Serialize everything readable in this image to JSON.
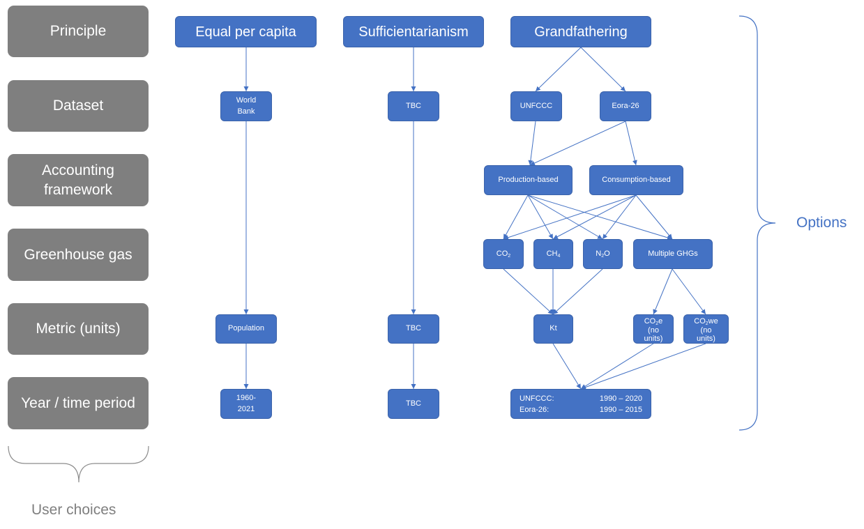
{
  "colors": {
    "grey_box": "#7f7f7f",
    "blue_box": "#4472c4",
    "options_text": "#4472c4",
    "user_choices_text": "#7f7f7f"
  },
  "rows": {
    "principle": "Principle",
    "dataset": "Dataset",
    "accounting": "Accounting\nframework",
    "ghg": "Greenhouse gas",
    "metric": "Metric (units)",
    "year": "Year / time period"
  },
  "principles": {
    "equal": "Equal per capita",
    "suff": "Sufficientarianism",
    "grand": "Grandfathering"
  },
  "equal": {
    "dataset": "World\nBank",
    "metric": "Population",
    "year": "1960-\n2021"
  },
  "suff": {
    "dataset": "TBC",
    "metric": "TBC",
    "year": "TBC"
  },
  "grand": {
    "datasets": {
      "unfccc": "UNFCCC",
      "eora": "Eora-26"
    },
    "frameworks": {
      "production": "Production-based",
      "consumption": "Consumption-based"
    },
    "gases": {
      "co2": {
        "base": "CO",
        "sub": "2"
      },
      "ch4": {
        "base": "CH",
        "sub": "4"
      },
      "n2o": {
        "pre": "N",
        "sub": "2",
        "post": "O"
      },
      "multi": "Multiple GHGs"
    },
    "metrics": {
      "kt": "Kt",
      "co2e": {
        "pre": "CO",
        "sub": "2",
        "post": "e",
        "rest": "(no\nunits)"
      },
      "co2we": {
        "pre": "CO",
        "sub": "2",
        "post": "we",
        "rest": "(no\nunits)"
      }
    },
    "years": [
      {
        "source": "UNFCCC:",
        "range": "1990 – 2020"
      },
      {
        "source": "Eora-26:",
        "range": "1990 – 2015"
      }
    ]
  },
  "labels": {
    "options": "Options",
    "user_choices": "User choices"
  }
}
